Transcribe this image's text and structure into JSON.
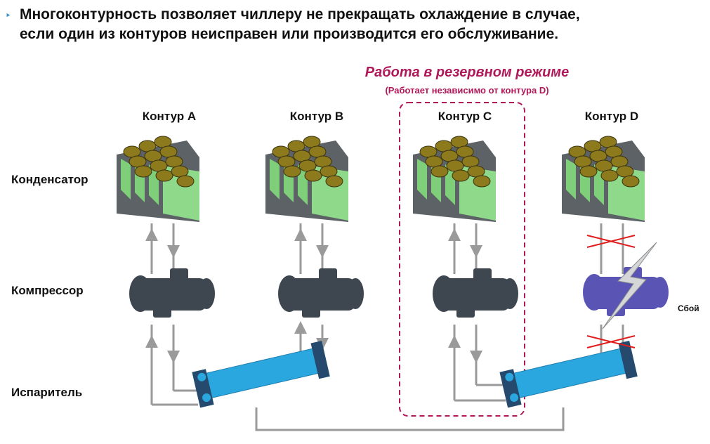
{
  "heading": {
    "line1": "Многоконтурность позволяет чиллеру не прекращать охлаждение в случае,",
    "line2": "если один из контуров неисправен или производится его обслуживание."
  },
  "reserve": {
    "title": "Работа в резервном режиме",
    "subtitle": "(Работает независимо от контура D)"
  },
  "contours": [
    "Контур A",
    "Контур B",
    "Контур C",
    "Контур D"
  ],
  "row_labels": {
    "condenser": "Конденсатор",
    "compressor": "Компрессор",
    "evaporator": "Испаритель"
  },
  "failure_label": "Сбой",
  "colors": {
    "accent": "#b0185a",
    "pipe": "#999999",
    "evaporator": "#2aa7de",
    "compressor": "#3e4650",
    "compressor_failed": "#5a55b5",
    "condenser_fan": "#8c7a1c",
    "condenser_coil": "#7fcf7a",
    "cross": "#e21b1b"
  },
  "icons": {
    "bullet": "bullet-arrow-icon",
    "lightning": "lightning-icon",
    "cross": "red-cross-icon"
  }
}
